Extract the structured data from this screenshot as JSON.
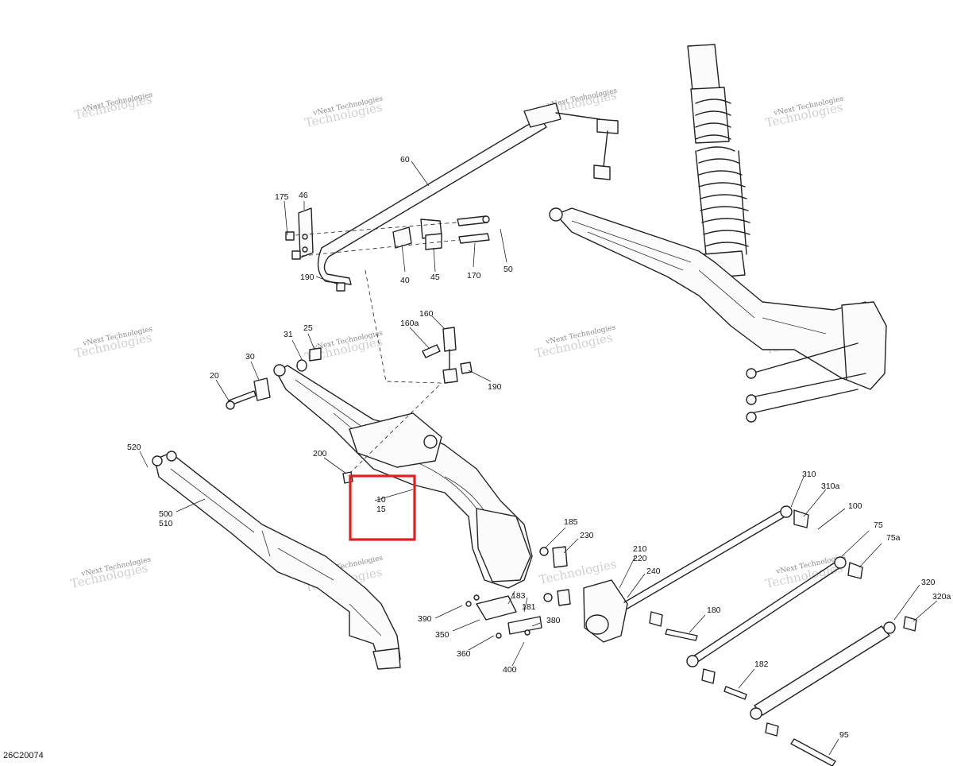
{
  "diagram_id": "26C20074",
  "watermark": {
    "line1": "vNext Technologies",
    "line2": "Technologies"
  },
  "highlight_box": {
    "labels": [
      "10",
      "15"
    ]
  },
  "callouts": [
    {
      "id": "60",
      "text": "60"
    },
    {
      "id": "175",
      "text": "175"
    },
    {
      "id": "46",
      "text": "46"
    },
    {
      "id": "190a",
      "text": "190"
    },
    {
      "id": "40",
      "text": "40"
    },
    {
      "id": "45",
      "text": "45"
    },
    {
      "id": "170",
      "text": "170"
    },
    {
      "id": "50",
      "text": "50"
    },
    {
      "id": "160",
      "text": "160"
    },
    {
      "id": "160a",
      "text": "160a"
    },
    {
      "id": "190b",
      "text": "190"
    },
    {
      "id": "31",
      "text": "31"
    },
    {
      "id": "25",
      "text": "25"
    },
    {
      "id": "30",
      "text": "30"
    },
    {
      "id": "20",
      "text": "20"
    },
    {
      "id": "520",
      "text": "520"
    },
    {
      "id": "200",
      "text": "200"
    },
    {
      "id": "500",
      "text": "500"
    },
    {
      "id": "510",
      "text": "510"
    },
    {
      "id": "185",
      "text": "185"
    },
    {
      "id": "230",
      "text": "230"
    },
    {
      "id": "210",
      "text": "210"
    },
    {
      "id": "220",
      "text": "220"
    },
    {
      "id": "240",
      "text": "240"
    },
    {
      "id": "183",
      "text": "183"
    },
    {
      "id": "181",
      "text": "181"
    },
    {
      "id": "380",
      "text": "380"
    },
    {
      "id": "390",
      "text": "390"
    },
    {
      "id": "350",
      "text": "350"
    },
    {
      "id": "360",
      "text": "360"
    },
    {
      "id": "400",
      "text": "400"
    },
    {
      "id": "310",
      "text": "310"
    },
    {
      "id": "310a",
      "text": "310a"
    },
    {
      "id": "100",
      "text": "100"
    },
    {
      "id": "75",
      "text": "75"
    },
    {
      "id": "75a",
      "text": "75a"
    },
    {
      "id": "180",
      "text": "180"
    },
    {
      "id": "182",
      "text": "182"
    },
    {
      "id": "320",
      "text": "320"
    },
    {
      "id": "320a",
      "text": "320a"
    },
    {
      "id": "95",
      "text": "95"
    }
  ]
}
